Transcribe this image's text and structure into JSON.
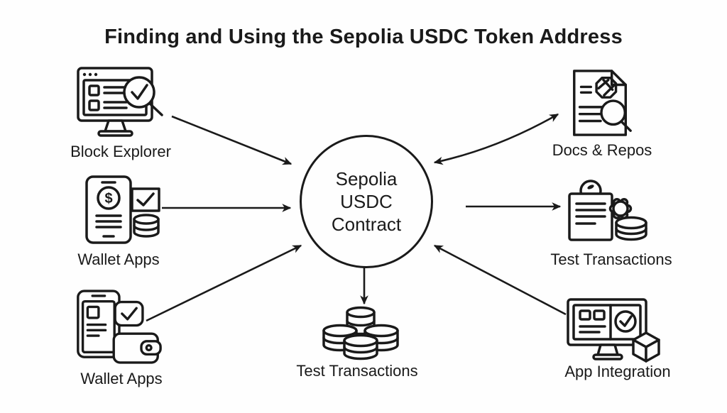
{
  "title": "Finding and Using the Sepolia USDC Token Address",
  "center_node": {
    "line1": "Sepolia",
    "line2": "USDC",
    "line3": "Contract"
  },
  "nodes": {
    "block_explorer": {
      "label": "Block Explorer",
      "icon": "monitor-magnifier-check-icon"
    },
    "wallet_apps_top": {
      "label": "Wallet Apps",
      "icon": "phone-dollar-check-coins-icon"
    },
    "wallet_apps_bottom": {
      "label": "Wallet Apps",
      "icon": "phone-check-wallet-icon"
    },
    "docs_repos": {
      "label": "Docs & Repos",
      "icon": "document-logo-magnifier-icon"
    },
    "test_transactions_right": {
      "label": "Test Transactions",
      "icon": "clipboard-gear-coins-icon"
    },
    "app_integration": {
      "label": "App Integration",
      "icon": "monitor-check-cube-icon"
    },
    "test_transactions_bottom": {
      "label": "Test Transactions",
      "icon": "coin-stacks-icon"
    }
  },
  "connections": [
    {
      "from": "block_explorer",
      "to": "center",
      "bidirectional": false
    },
    {
      "from": "wallet_apps_top",
      "to": "center",
      "bidirectional": false
    },
    {
      "from": "wallet_apps_bottom",
      "to": "center",
      "bidirectional": false
    },
    {
      "from": "center",
      "to": "docs_repos",
      "bidirectional": true
    },
    {
      "from": "center",
      "to": "test_transactions_right",
      "bidirectional": false
    },
    {
      "from": "app_integration",
      "to": "center",
      "bidirectional": false
    },
    {
      "from": "center",
      "to": "test_transactions_bottom",
      "bidirectional": false
    }
  ],
  "colors": {
    "background": "#fefefe",
    "line": "#1a1a1a",
    "text": "#1a1a1a"
  }
}
